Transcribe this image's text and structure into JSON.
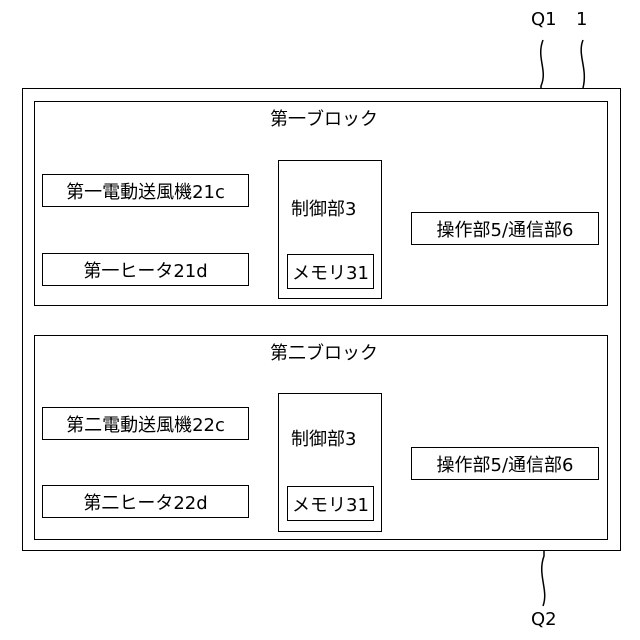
{
  "reference_labels": {
    "q1": "Q1",
    "one": "1",
    "q2": "Q2"
  },
  "blocks": [
    {
      "title": "第一ブロック",
      "fan": "第一電動送風機21c",
      "heater": "第一ヒータ21d",
      "controller": "制御部3",
      "memory": "メモリ31",
      "comm": "操作部5/通信部6"
    },
    {
      "title": "第二ブロック",
      "fan": "第二電動送風機22c",
      "heater": "第二ヒータ22d",
      "controller": "制御部3",
      "memory": "メモリ31",
      "comm": "操作部5/通信部6"
    }
  ]
}
